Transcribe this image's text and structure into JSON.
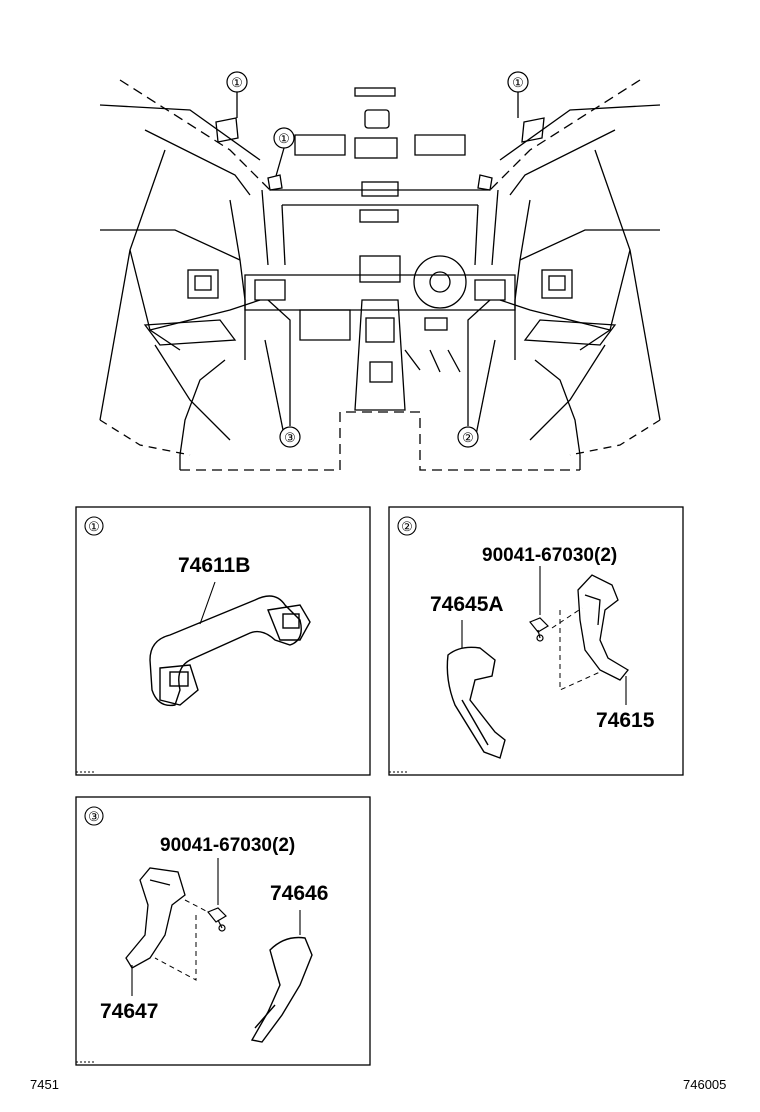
{
  "overview": {
    "callouts": [
      "①",
      "①",
      "①",
      "③",
      "②"
    ]
  },
  "panels": [
    {
      "badge": "①",
      "parts": [
        "74611B"
      ]
    },
    {
      "badge": "②",
      "parts": [
        "90041-67030(2)",
        "74645A",
        "74615"
      ]
    },
    {
      "badge": "③",
      "parts": [
        "90041-67030(2)",
        "74646",
        "74647"
      ]
    }
  ],
  "footer": {
    "left": "7451",
    "right": "746005"
  }
}
